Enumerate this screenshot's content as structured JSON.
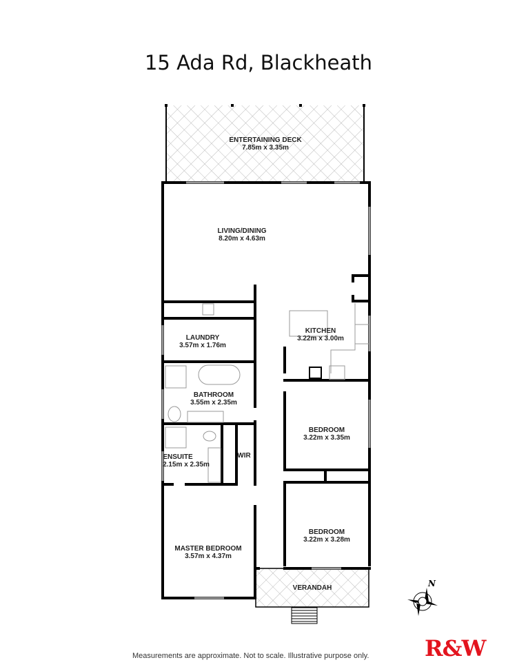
{
  "title": "15 Ada Rd, Blackheath",
  "rooms": {
    "deck": {
      "name": "ENTERTAINING DECK",
      "size": "7.85m x 3.35m"
    },
    "living": {
      "name": "LIVING/DINING",
      "size": "8.20m x 4.63m"
    },
    "laundry": {
      "name": "LAUNDRY",
      "size": "3.57m x 1.76m"
    },
    "kitchen": {
      "name": "KITCHEN",
      "size": "3.22m x 3.00m"
    },
    "bathroom": {
      "name": "BATHROOM",
      "size": "3.55m x 2.35m"
    },
    "bedroom1": {
      "name": "BEDROOM",
      "size": "3.22m x 3.35m"
    },
    "ensuite": {
      "name": "ENSUITE",
      "size": "2.15m x 2.35m"
    },
    "wir": {
      "name": "WIR"
    },
    "bedroom2": {
      "name": "BEDROOM",
      "size": "3.22m x 3.28m"
    },
    "master": {
      "name": "MASTER BEDROOM",
      "size": "3.57m x 4.37m"
    },
    "verandah": {
      "name": "VERANDAH"
    }
  },
  "compass": {
    "label": "N",
    "icon": "compass-rose-icon"
  },
  "footer": {
    "disclaimer": "Measurements are approximate. Not to scale. Illustrative purpose only."
  },
  "logo": {
    "text": "R&W",
    "color": "#e3141e"
  }
}
